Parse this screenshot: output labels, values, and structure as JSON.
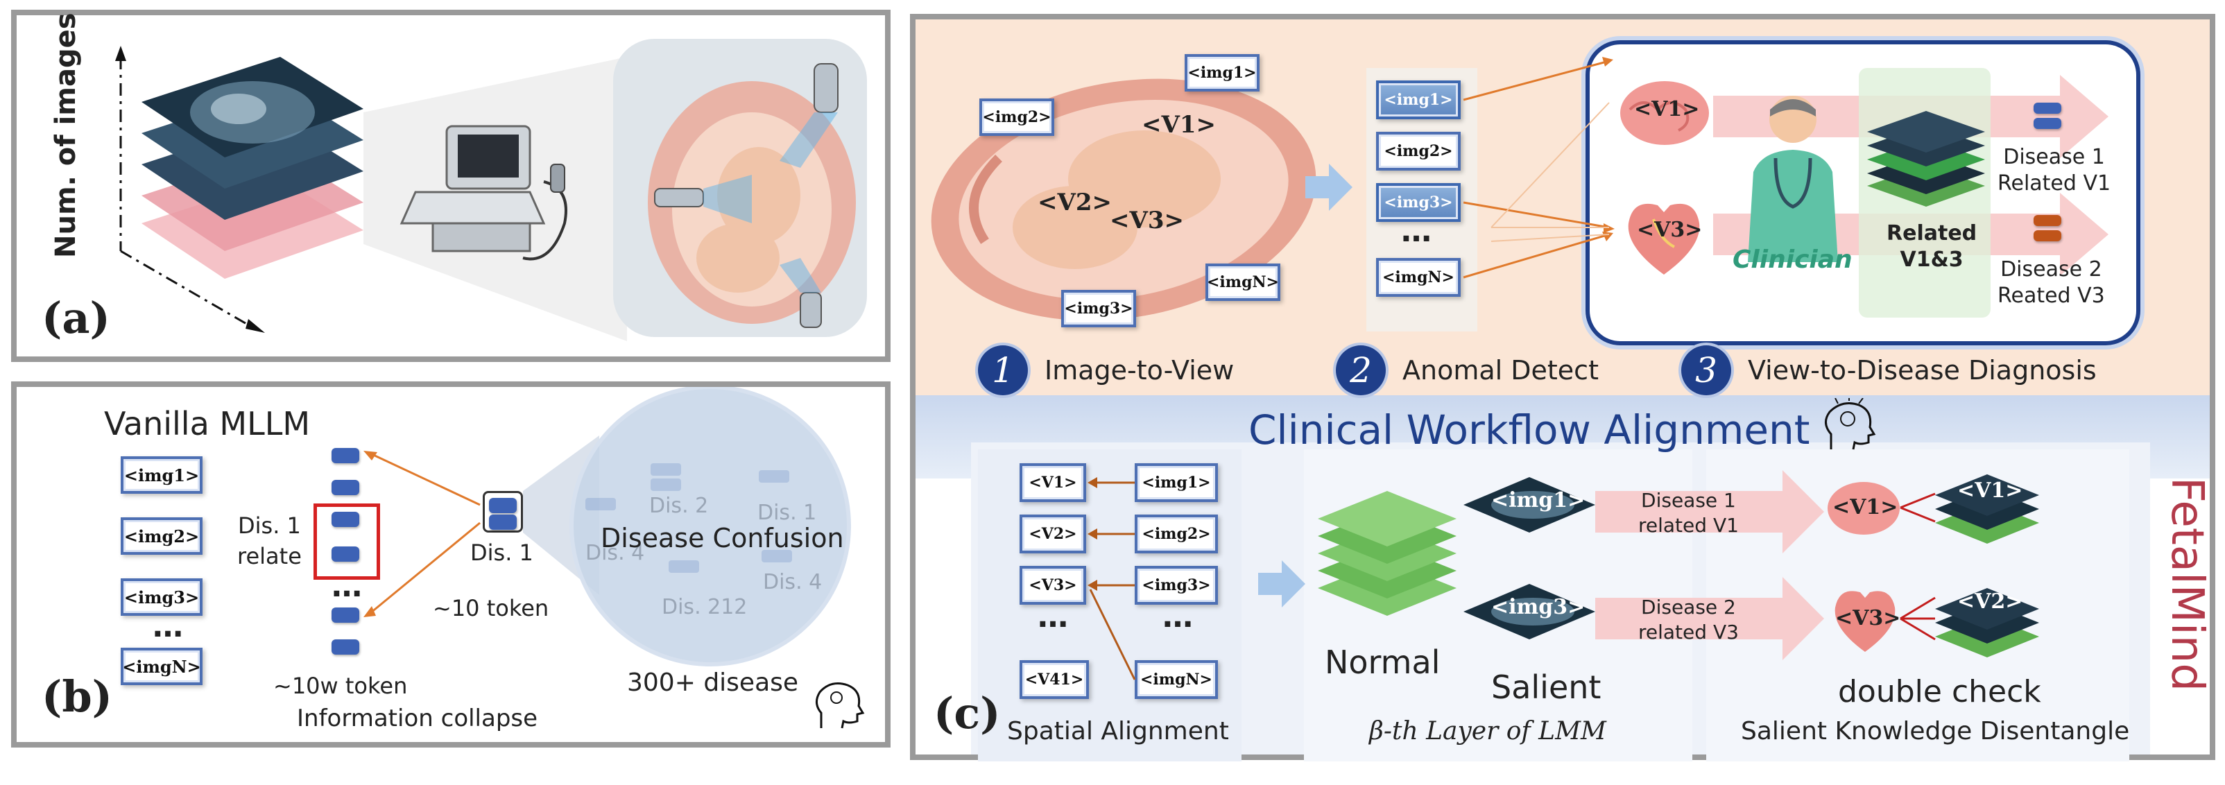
{
  "panel_a": {
    "axis_label": "Num. of images",
    "letter": "(a)"
  },
  "panel_b": {
    "title": "Vanilla MLLM",
    "images": [
      "<img1>",
      "<img2>",
      "<img3>",
      "…",
      "<imgN>"
    ],
    "dis_relate": "Dis. 1\nrelate",
    "dots": "…",
    "token_count_left": "~10w token",
    "dis1": "Dis. 1",
    "token_count_right": "~10 token",
    "collapse": "Information collapse",
    "bubble_labels": [
      "Dis. 2",
      "Dis. 1",
      "Dis. 4",
      "Dis. 212",
      "Dis. 4"
    ],
    "confusion": "Disease Confusion",
    "disease_count": "300+ disease",
    "letter": "(b)"
  },
  "panel_c": {
    "letter": "(c)",
    "fetal_tags": [
      "<img1>",
      "<img2>",
      "<V1>",
      "<V2>",
      "<V3>",
      "<img3>",
      "<imgN>"
    ],
    "detect_tags": [
      "<img1>",
      "<img2>",
      "<img3>",
      "…",
      "<imgN>"
    ],
    "view_tags": [
      "<V1>",
      "<V3>"
    ],
    "clinician": "Clinician",
    "related": "Related\nV1&3",
    "disease1": "Disease 1\nRelated V1",
    "disease2": "Disease 2\nReated V3",
    "steps": [
      {
        "num": "1",
        "label": "Image-to-View"
      },
      {
        "num": "2",
        "label": "Anomal Detect"
      },
      {
        "num": "3",
        "label": "View-to-Disease Diagnosis"
      }
    ],
    "workflow": "Clinical Workflow Alignment",
    "spatial_v": [
      "<V1>",
      "<V2>",
      "<V3>",
      "…",
      "<V41>"
    ],
    "spatial_img": [
      "<img1>",
      "<img2>",
      "<img3>",
      "…",
      "<imgN>"
    ],
    "spatial_label": "Spatial Alignment",
    "normal": "Normal",
    "salient": "Salient",
    "salient_img1": "<img1>",
    "salient_img3": "<img3>",
    "layer_label": "β-th Layer of LMM",
    "d1_related": "Disease 1\nrelated V1",
    "d2_related": "Disease 2\nrelated V3",
    "v1": "<V1>",
    "v3": "<V3>",
    "stack_v1": "<V1>",
    "stack_v2": "<V2>",
    "double_check": "double check",
    "disentangle": "Salient Knowledge Disentangle",
    "brand": "FetalMind"
  },
  "colors": {
    "panel_border": "#9a9a9a",
    "accent_blue": "#1f3f8a",
    "brand_red": "#b23a4a",
    "peach_bg": "#fbe6d6",
    "clinician_green": "#2f9a7a"
  }
}
